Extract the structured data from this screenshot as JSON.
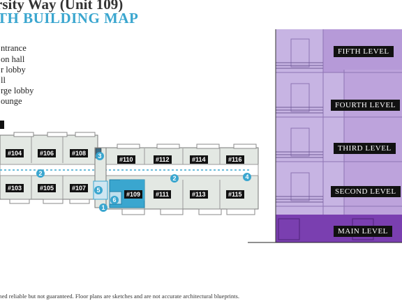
{
  "title": {
    "line1": "rsity Way (Unit 109)",
    "line2": "TH BUILDING MAP"
  },
  "legend": {
    "items": [
      "ntrance",
      "on hall",
      "r lobby",
      "ll",
      "rge lobby",
      "ounge"
    ]
  },
  "units_top": [
    "#104",
    "#106",
    "#108",
    "#110",
    "#112",
    "#114",
    "#116"
  ],
  "units_bottom": [
    "#103",
    "#105",
    "#107",
    "#109",
    "#111",
    "#113",
    "#115"
  ],
  "markers": [
    "1",
    "2",
    "3",
    "4",
    "5",
    "6"
  ],
  "levels": [
    "FIFTH LEVEL",
    "FOURTH LEVEL",
    "THIRD LEVEL",
    "SECOND LEVEL",
    "MAIN LEVEL"
  ],
  "disclaimer": "med reliable but not guaranteed. Floor plans are sketches and are not accurate architectural blueprints.",
  "colors": {
    "accent": "#3aa6cf",
    "highlight_unit": "#3aa6cf",
    "building_light": "#c7b4e3",
    "building_dark": "#7a3fb0",
    "floor_plan": "#e3e8e3"
  }
}
